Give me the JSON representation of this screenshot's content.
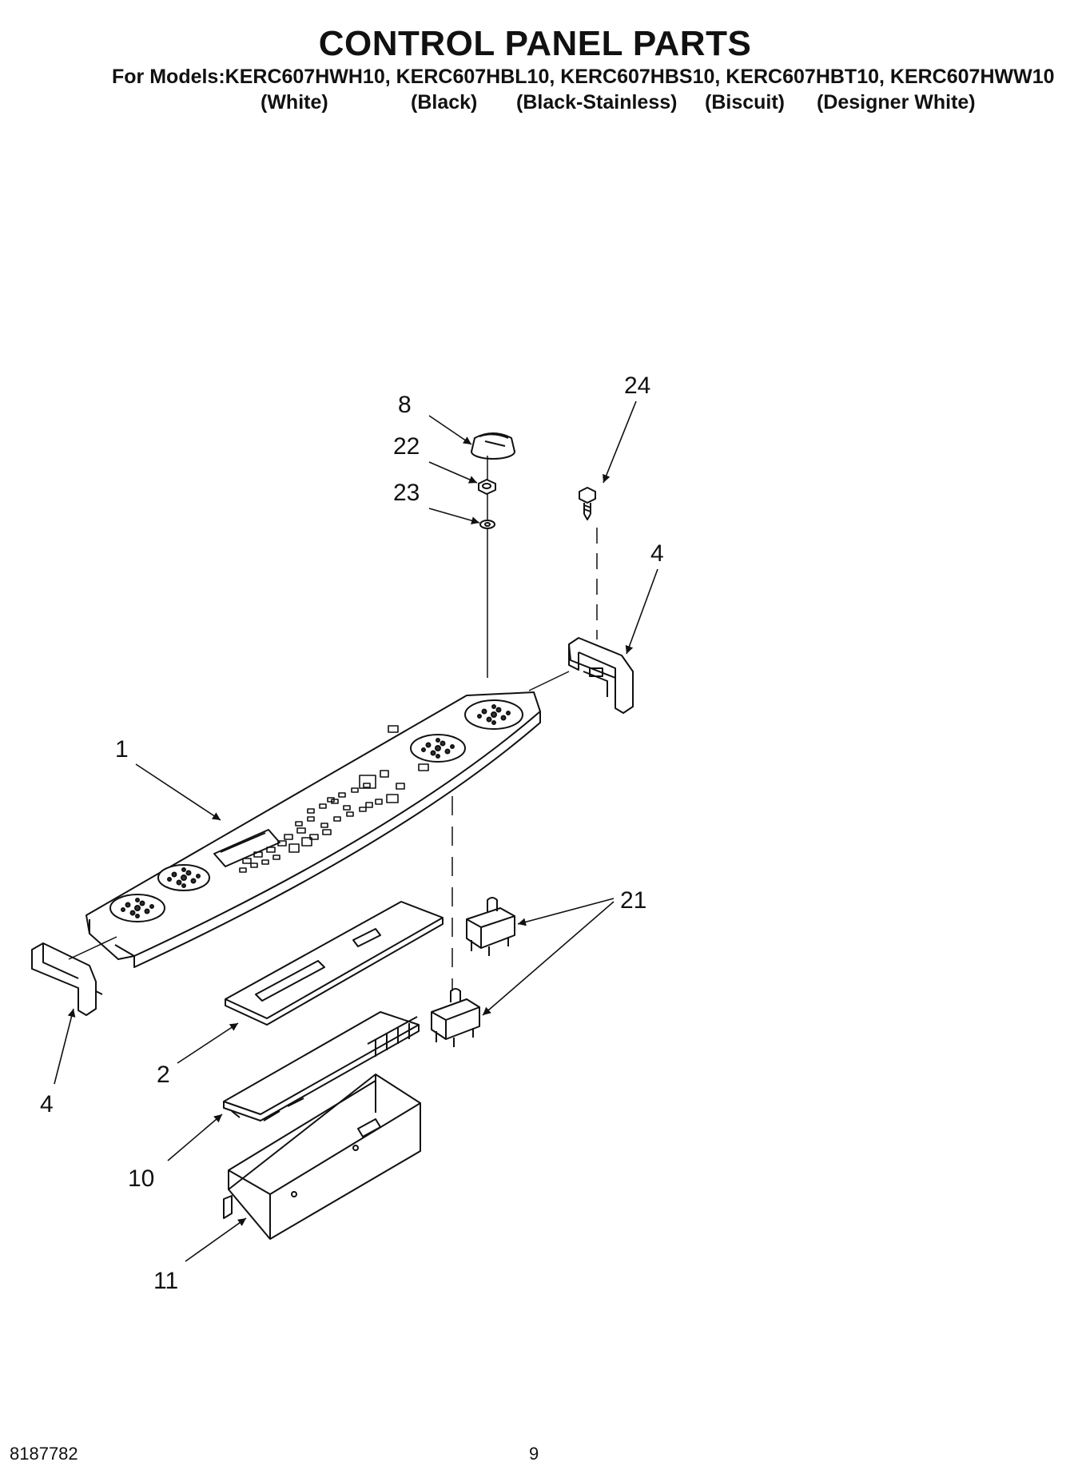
{
  "title": "CONTROL PANEL PARTS",
  "models_line": "For Models:KERC607HWH10, KERC607HBL10, KERC607HBS10, KERC607HBT10, KERC607HWW10",
  "colors": [
    "(White)",
    "(Black)",
    "(Black-Stainless)",
    "(Biscuit)",
    "(Designer White)"
  ],
  "callouts": {
    "c1": "1",
    "c2": "2",
    "c4a": "4",
    "c4b": "4",
    "c8": "8",
    "c10": "10",
    "c11": "11",
    "c21": "21",
    "c22": "22",
    "c23": "23",
    "c24": "24"
  },
  "footer": {
    "doc_number": "8187782",
    "page_number": "9"
  }
}
